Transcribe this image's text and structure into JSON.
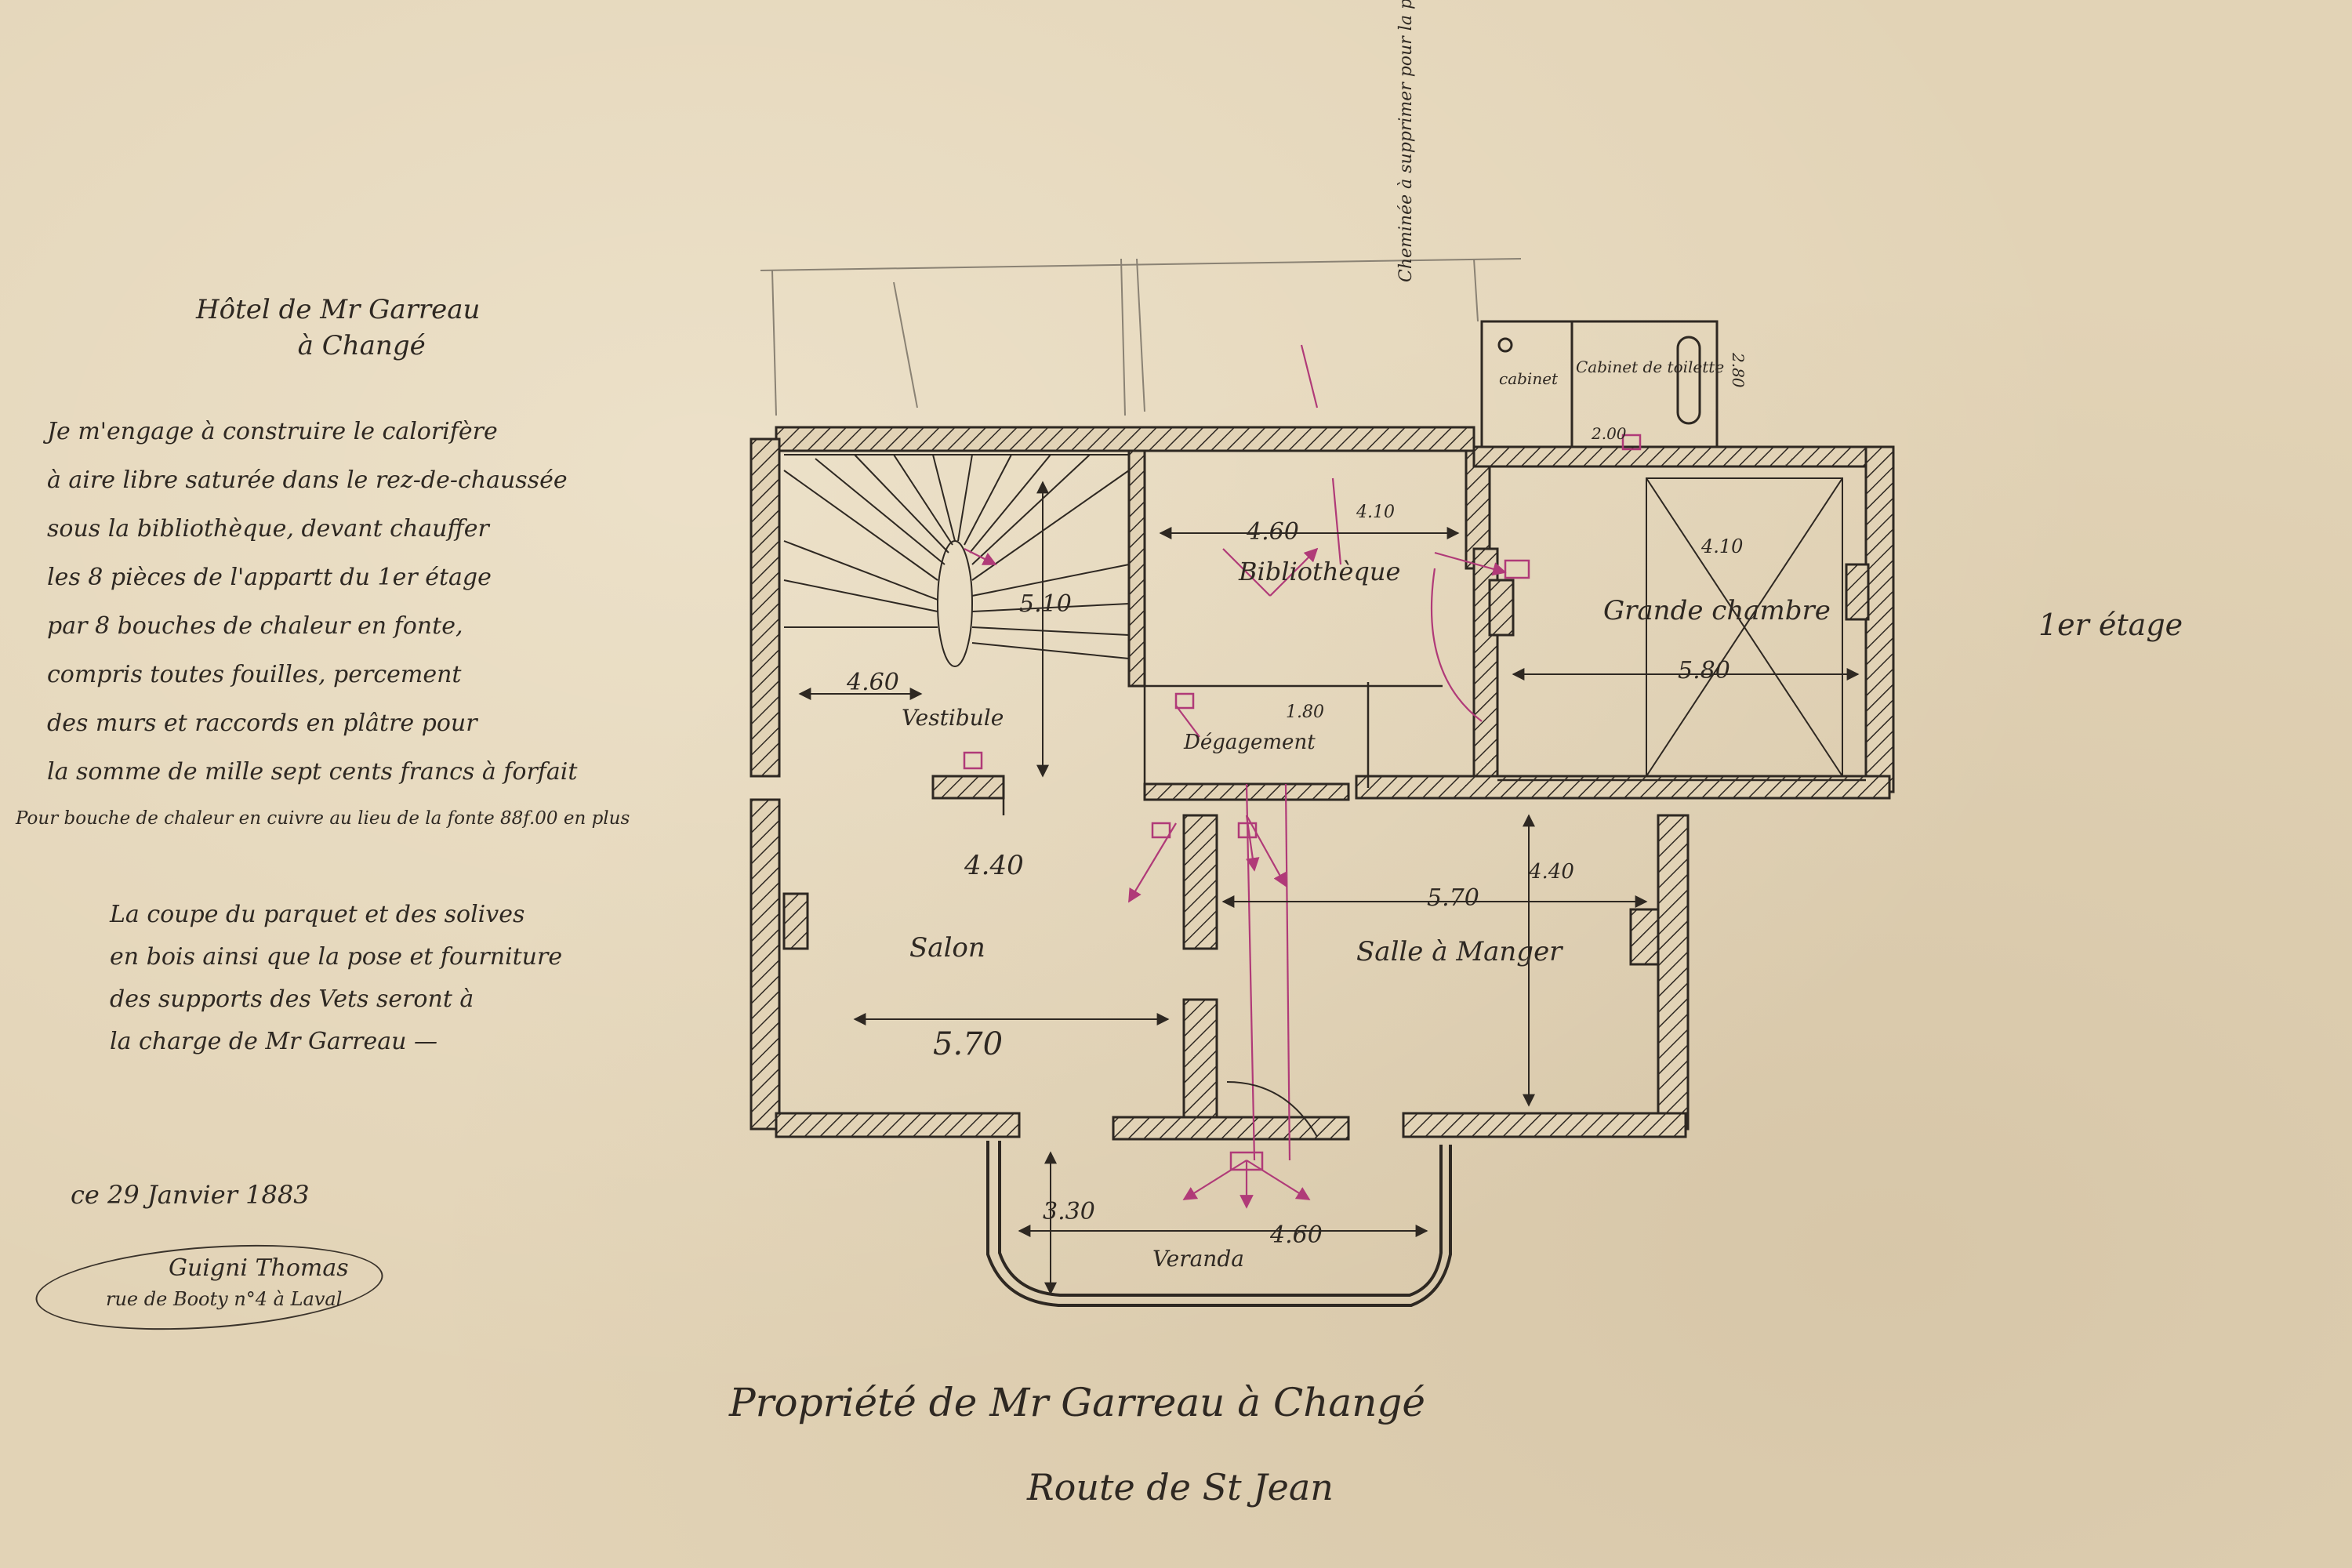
{
  "document": {
    "title_line1": "Hôtel de Mr Garreau",
    "title_line2": "à Changé",
    "agreement_lines": [
      "Je m'engage à construire le calorifère",
      "à aire libre saturée dans le rez-de-chaussée",
      "sous la bibliothèque, devant chauffer",
      "les 8 pièces de l'appartt du 1er étage",
      "par 8 bouches de chaleur en fonte,",
      "compris toutes fouilles, percement",
      "des murs et raccords en plâtre pour",
      "la somme de mille sept cents francs à forfait"
    ],
    "supplement_line": "Pour bouche de chaleur en cuivre au lieu de la fonte 88f.00 en plus",
    "clause_lines": [
      "La coupe du parquet et des solives",
      "en bois ainsi que la pose et fourniture",
      "des supports des Vets seront à",
      "la charge de Mr Garreau —"
    ],
    "date": "ce 29 Janvier 1883",
    "signature_name": "Guigni Thomas",
    "signature_address": "rue de Booty n°4 à Laval",
    "floor_label": "1er étage",
    "caption_line1": "Propriété de Mr Garreau à Changé",
    "caption_line2": "Route de St Jean"
  },
  "plan": {
    "rooms": {
      "vestibule": "Vestibule",
      "bibliotheque": "Bibliothèque",
      "degagement": "Dégagement",
      "grande_chambre": "Grande chambre",
      "salon": "Salon",
      "salle_a_manger": "Salle à Manger",
      "veranda": "Veranda",
      "cabinet": "cabinet",
      "cabinet_toilette": "Cabinet de toilette"
    },
    "dimensions": {
      "vestibule_width": "4.60",
      "stair_height": "5.10",
      "bibliotheque_width": "4.60",
      "bibliotheque_height": "4.10",
      "grande_chambre_width": "5.80",
      "grande_chambre_height": "4.10",
      "salon_height": "4.40",
      "salon_width": "5.70",
      "salle_width": "5.70",
      "salle_height": "4.40",
      "degagement": "1.80",
      "veranda_width": "4.60",
      "veranda_depth": "3.30",
      "toilette": "2.00",
      "annex_height": "2.80"
    },
    "annotations": {
      "cheminee": "Cheminée à supprimer pour la pièce"
    }
  },
  "colors": {
    "paper": "#e2d3b6",
    "ink": "#2e2822",
    "pencil": "#8a8274",
    "heating_ink": "#b03a78"
  }
}
